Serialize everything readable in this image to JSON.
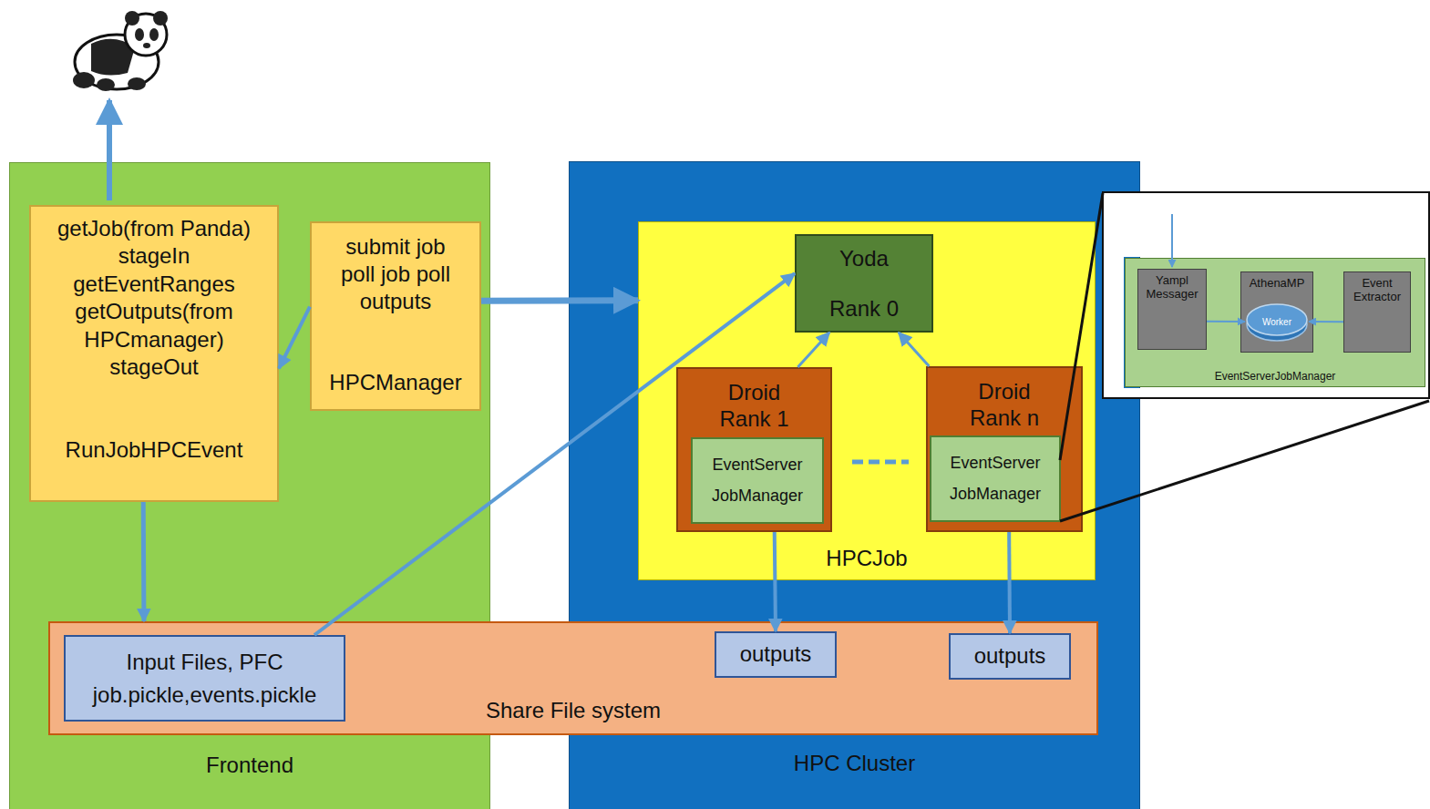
{
  "diagram": {
    "nodes": [
      {
        "text": [
          "Frontend"
        ]
      },
      {
        "text": [
          "getJob(from Panda) stageIn getEventRanges getOutputs(from HPCmanager) stageOut",
          "RunJobHPCEvent"
        ],
        "in": 0
      },
      {
        "text": [
          "submit job poll job poll outputs",
          "HPCManager"
        ],
        "in": 0
      },
      {
        "text": [
          "HPC Cluster"
        ]
      },
      {
        "text": [
          "HPCJob"
        ],
        "in": 3
      },
      {
        "text": [
          "Yoda",
          "Rank 0"
        ],
        "in": 4
      },
      {
        "text": [
          "Droid Rank 1"
        ],
        "in": 4
      },
      {
        "text": [
          "EventServer JobManager"
        ],
        "in": 6
      },
      {
        "text": [
          "Droid Rank n"
        ],
        "in": 4
      },
      {
        "text": [
          "EventServer JobManager"
        ],
        "in": 8
      },
      {
        "text": [
          "Share File system"
        ]
      },
      {
        "text": [
          "Input Files, PFC job.pickle,events.pickle"
        ],
        "in": 10
      },
      {
        "text": [
          "outputs"
        ],
        "in": 10
      },
      {
        "text": [
          "outputs"
        ],
        "in": 10
      },
      {
        "text": [
          "EventServerJobManager"
        ]
      },
      {
        "text": [
          "Yampl Messager"
        ],
        "in": 14
      },
      {
        "text": [
          "AthenaMP"
        ],
        "in": 14
      },
      {
        "text": [
          "Worker"
        ],
        "in": 16
      },
      {
        "text": [
          "Event Extractor"
        ],
        "in": 14
      }
    ],
    "edges": [
      {
        "from": 2,
        "to": 4,
        "arrow": "to"
      },
      {
        "from": 2,
        "to": 1,
        "arrow": "to"
      },
      {
        "from": 1,
        "to": 10,
        "arrow": "to"
      },
      {
        "from": 11,
        "to": 5,
        "arrow": "to"
      },
      {
        "from": 6,
        "to": 5,
        "arrow": "to"
      },
      {
        "from": 8,
        "to": 5,
        "arrow": "to"
      },
      {
        "from": 6,
        "to": 12,
        "arrow": "to"
      },
      {
        "from": 8,
        "to": 13,
        "arrow": "to"
      },
      {
        "from": 15,
        "to": 17,
        "arrow": "to"
      },
      {
        "from": 18,
        "to": 17,
        "arrow": "to"
      }
    ]
  }
}
